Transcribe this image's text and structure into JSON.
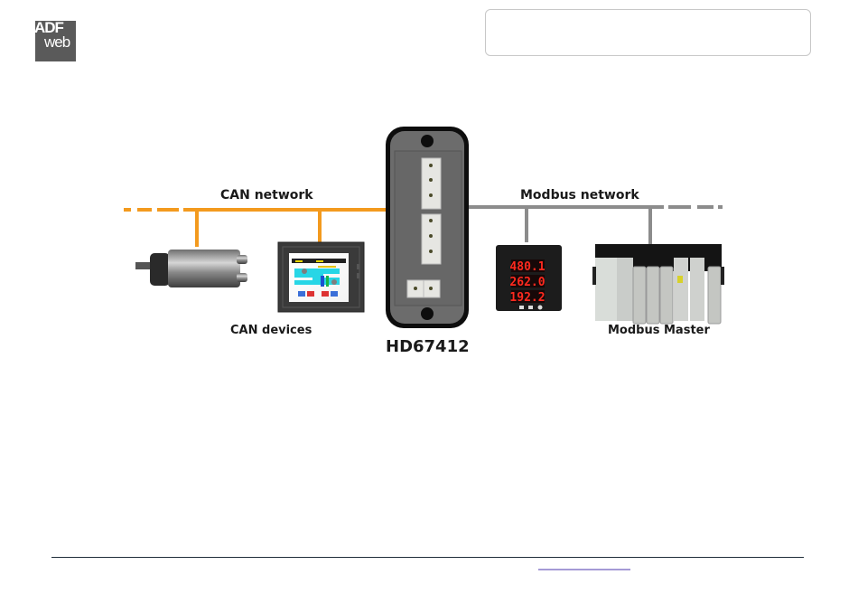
{
  "header": {
    "logo": {
      "line1": "ADF",
      "line2": "web",
      "color": "#5a5a5a"
    },
    "info_box": ""
  },
  "diagram": {
    "can_network_label": "CAN network",
    "modbus_network_label": "Modbus network",
    "can_devices_label": "CAN devices",
    "device_label": "HD67412",
    "modbus_master_label": "Modbus Master",
    "can_color": "#f39a1e",
    "modbus_color": "#8c8c8c",
    "meter_readings": [
      "480.1",
      "262.0",
      "192.2"
    ]
  },
  "footer": {
    "link_text": ""
  }
}
